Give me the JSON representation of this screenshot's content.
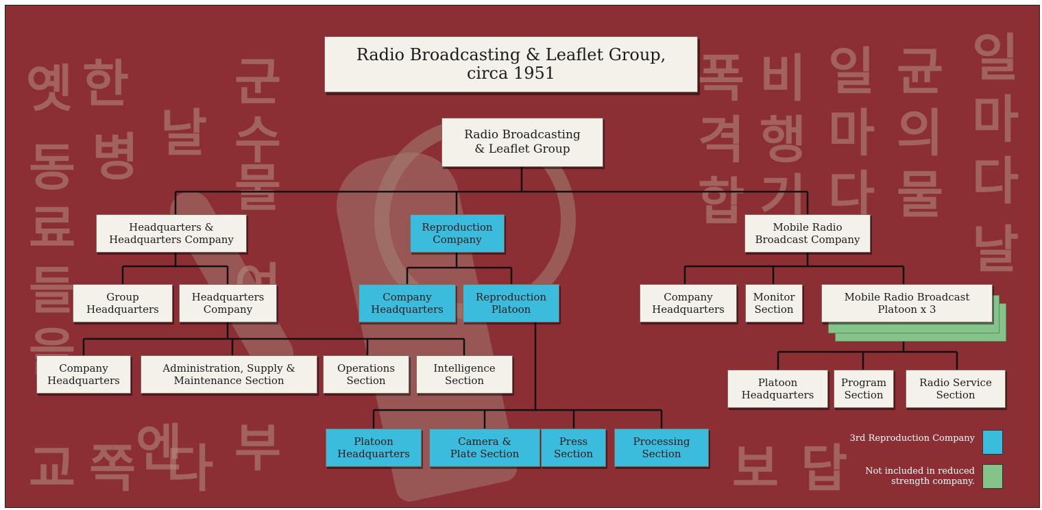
{
  "title": "Radio Broadcasting & Leaflet Group,\ncirca 1951",
  "colors": {
    "background": "#8c2f34",
    "box_default": "#f4f1ea",
    "reproduction": "#3cbcdc",
    "not_included": "#86c38b"
  },
  "nodes": {
    "root": "Radio Broadcasting\n& Leaflet Group",
    "hq_company": "Headquarters &\nHeadquarters Company",
    "group_hq": "Group\nHeadquarters",
    "hq_co": "Headquarters\nCompany",
    "hq_co_company_hq": "Company\nHeadquarters",
    "admin_supply": "Administration, Supply &\nMaintenance Section",
    "operations": "Operations\nSection",
    "intelligence": "Intelligence\nSection",
    "repro_company": "Reproduction\nCompany",
    "repro_company_hq": "Company\nHeadquarters",
    "repro_platoon": "Reproduction\nPlatoon",
    "repro_platoon_hq": "Platoon\nHeadquarters",
    "camera_plate": "Camera &\nPlate Section",
    "press": "Press\nSection",
    "processing": "Processing\nSection",
    "mobile_company": "Mobile Radio\nBroadcast Company",
    "mobile_company_hq": "Company\nHeadquarters",
    "monitor": "Monitor\nSection",
    "mobile_platoon": "Mobile Radio Broadcast\nPlatoon x 3",
    "mobile_platoon_hq": "Platoon\nHeadquarters",
    "program": "Program\nSection",
    "radio_service": "Radio Service\nSection"
  },
  "legend": {
    "reproduction_label": "3rd Reproduction Company",
    "not_included_label": "Not included in reduced\nstrength company."
  }
}
